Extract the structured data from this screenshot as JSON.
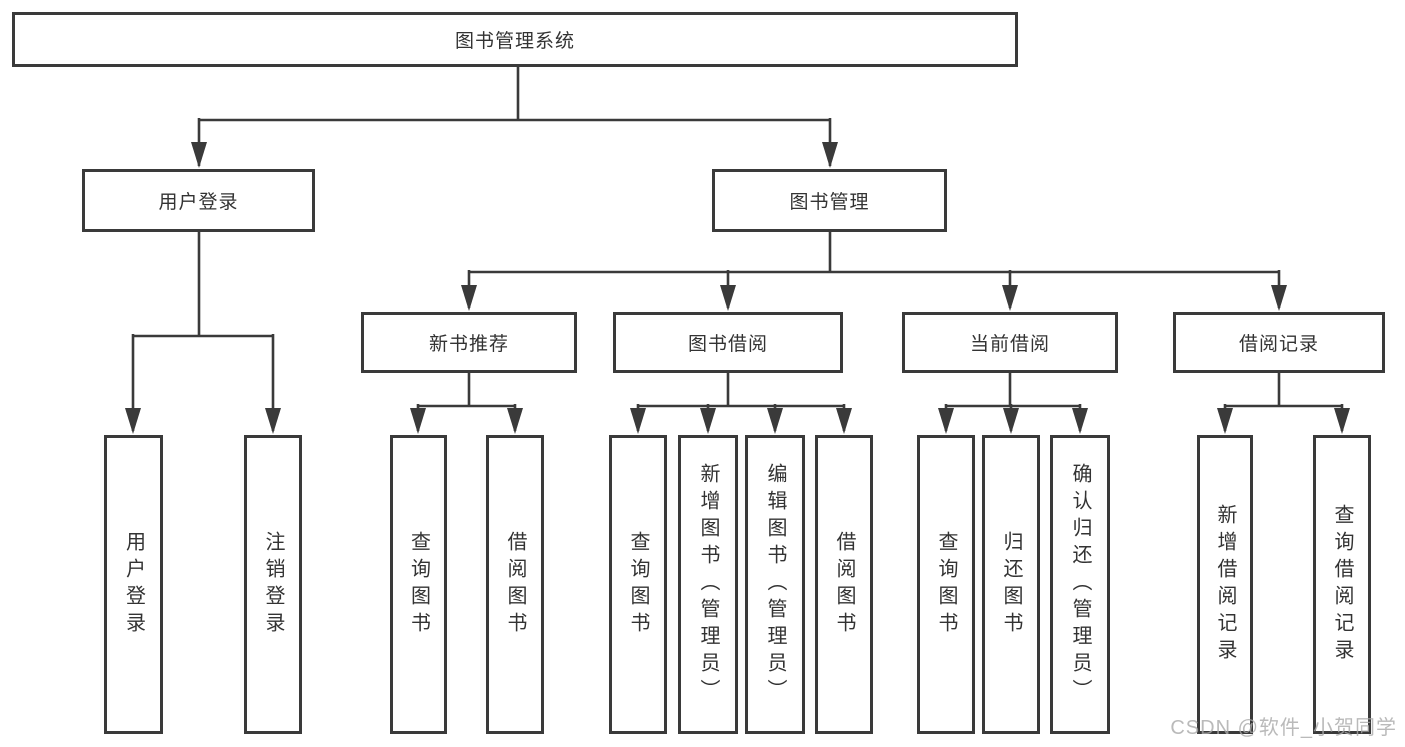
{
  "diagram": {
    "root_label": "图书管理系统",
    "level2": {
      "user_login": "用户登录",
      "book_management": "图书管理"
    },
    "level3": {
      "new_book_recommend": "新书推荐",
      "book_borrow": "图书借阅",
      "current_borrow": "当前借阅",
      "borrow_record": "借阅记录"
    },
    "leaves": {
      "user_login": "用户登录",
      "logout": "注销登录",
      "newbook_query": "查询图书",
      "newbook_borrow": "借阅图书",
      "borrow_query": "查询图书",
      "borrow_add_admin": "新增图书（管理员）",
      "borrow_edit_admin": "编辑图书（管理员）",
      "borrow_borrow": "借阅图书",
      "current_query": "查询图书",
      "current_return": "归还图书",
      "current_confirm_admin": "确认归还（管理员）",
      "record_add": "新增借阅记录",
      "record_query": "查询借阅记录"
    }
  },
  "watermark": "CSDN @软件_小贺同学",
  "colors": {
    "line": "#3a3a3a",
    "text": "#333333",
    "watermark": "#a9a9a9",
    "background": "#ffffff"
  }
}
